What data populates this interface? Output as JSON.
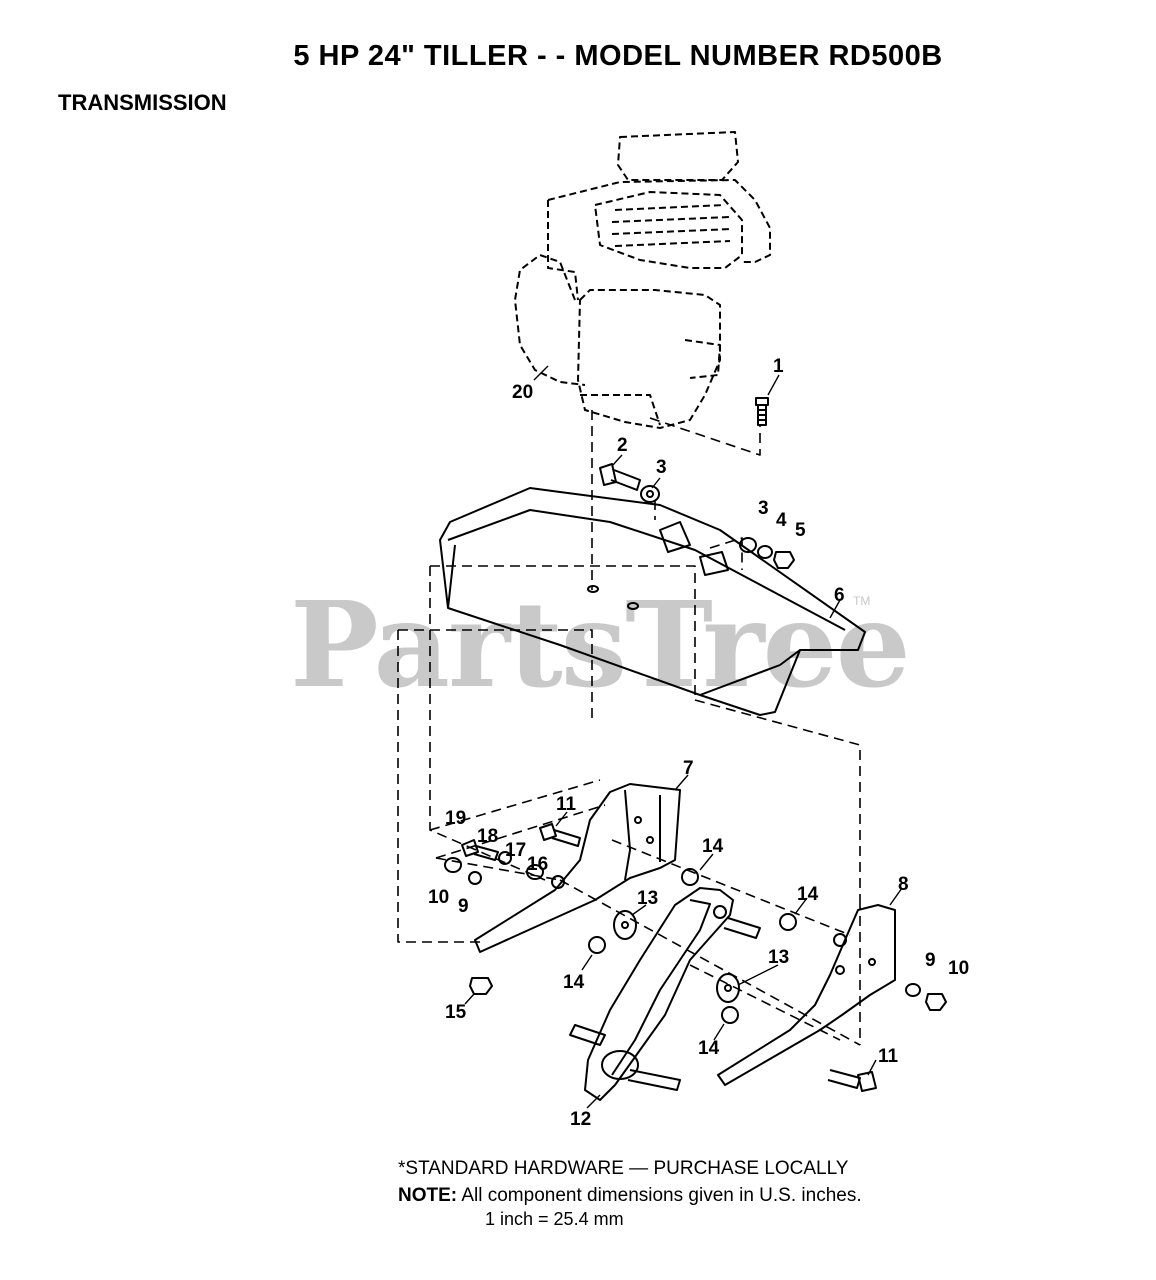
{
  "header": {
    "title": "5 HP 24\" TILLER - - MODEL NUMBER RD500B",
    "section": "TRANSMISSION"
  },
  "watermark": {
    "text": "PartsTree",
    "mark": "TM"
  },
  "callouts": [
    "1",
    "2",
    "3",
    "3",
    "4",
    "5",
    "6",
    "7",
    "8",
    "9",
    "9",
    "10",
    "10",
    "11",
    "11",
    "12",
    "13",
    "13",
    "14",
    "14",
    "14",
    "14",
    "15",
    "16",
    "17",
    "18",
    "19",
    "20"
  ],
  "footer": {
    "standard_hardware": "*STANDARD HARDWARE — PURCHASE LOCALLY",
    "note_label": "NOTE:",
    "note_text": "All component dimensions given in U.S. inches.",
    "conversion": "1 inch = 25.4 mm"
  }
}
